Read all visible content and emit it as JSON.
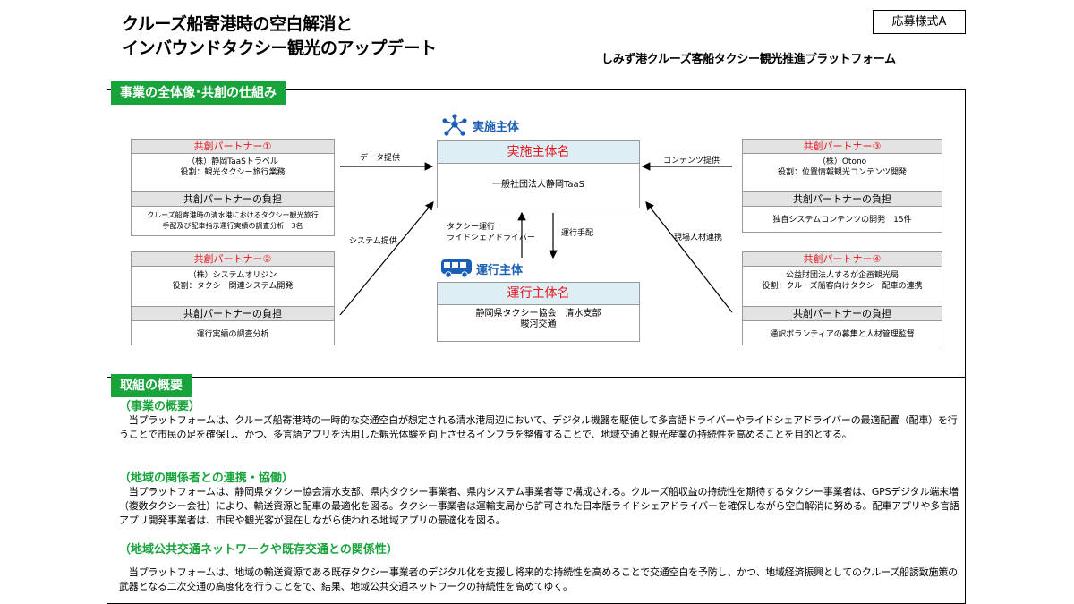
{
  "header": {
    "title_line1": "クルーズ船寄港時の空白解消と",
    "title_line2": "インバウンドタクシー観光のアップデート",
    "form_label": "応募様式A",
    "org": "しみず港クルーズ客船タクシー観光推進プラットフォーム"
  },
  "overview": {
    "heading": "事業の全体像･共創の仕組み"
  },
  "partners": [
    {
      "title": "共創パートナー①",
      "lines": [
        "（株）静岡TaaSトラベル",
        "役割：観光タクシー旅行業務"
      ],
      "burden_title": "共創パートナーの負担",
      "burden": [
        "クルーズ船寄港時の清水港におけるタクシー観光旅行",
        "手配及び配車指示運行実績の調査分析　3名"
      ]
    },
    {
      "title": "共創パートナー②",
      "lines": [
        "（株）システムオリジン",
        "役割：タクシー関連システム開発"
      ],
      "burden_title": "共創パートナーの負担",
      "burden": [
        "運行実績の調査分析"
      ]
    },
    {
      "title": "共創パートナー③",
      "lines": [
        "（株）Otono",
        "役割：位置情報観光コンテンツ開発"
      ],
      "burden_title": "共創パートナーの負担",
      "burden": [
        "独自システムコンテンツの開発　15件"
      ]
    },
    {
      "title": "共創パートナー④",
      "lines": [
        "公益財団法人するが企画観光局",
        "役割：クルーズ船客向けタクシー配車の連携"
      ],
      "burden_title": "共創パートナーの負担",
      "burden": [
        "通訳ボランティアの募集と人材管理監督"
      ]
    }
  ],
  "implementer": {
    "label": "実施主体",
    "box_title": "実施主体名",
    "body": "一般社団法人静岡TaaS"
  },
  "operator": {
    "label": "運行主体",
    "box_title": "運行主体名",
    "body": [
      "静岡県タクシー協会　清水支部",
      "駿河交通"
    ]
  },
  "arrows": {
    "data": "データ提供",
    "system": "システム提供",
    "content": "コンテンツ提供",
    "staff": "現場人材連携",
    "taxi_line1": "タクシー運行",
    "taxi_line2": "ライドシェアドライバー",
    "instruct": "運行手配"
  },
  "summary": {
    "heading": "取組の概要",
    "s1_title": "（事業の概要）",
    "s1_text": "　当プラットフォームは、クルーズ船寄港時の一時的な交通空白が想定される清水港周辺において、デジタル機器を駆使して多言語ドライバーやライドシェアドライバーの最適配置（配車）を行うことで市民の足を確保し、かつ、多言語アプリを活用した観光体験を向上させるインフラを整備することで、地域交通と観光産業の持続性を高めることを目的とする。",
    "s2_title": "（地域の関係者との連携・協働）",
    "s2_text": "　当プラットフォームは、静岡県タクシー協会清水支部、県内タクシー事業者、県内システム事業者等で構成される。クルーズ船収益の持続性を期待するタクシー事業者は、GPSデジタル端末増（複数タクシー会社）により、輸送資源と配車の最適化を図る。タクシー事業者は運輸支局から許可された日本版ライドシェアドライバーを確保しながら空白解消に努める。配車アプリや多言語アプリ開発事業者は、市民や観光客が混在しながら使われる地域アプリの最適化を図る。",
    "s3_title": "（地域公共交通ネットワークや既存交通との関係性）",
    "s3_text": "　当プラットフォームは、地域の輸送資源である既存タクシー事業者のデジタル化を支援し将来的な持続性を高めることで交通空白を予防し、かつ、地域経済振興としてのクルーズ船誘致施策の武器となる二次交通の高度化を行うことをで、結果、地域公共交通ネットワークの持続性を高めてゆく。"
  },
  "colors": {
    "green": "#18a33b",
    "red": "#e8171f",
    "blue": "#1a5fb4",
    "header_fill": "#ddeef5",
    "bar_fill": "#e3e3e3"
  }
}
